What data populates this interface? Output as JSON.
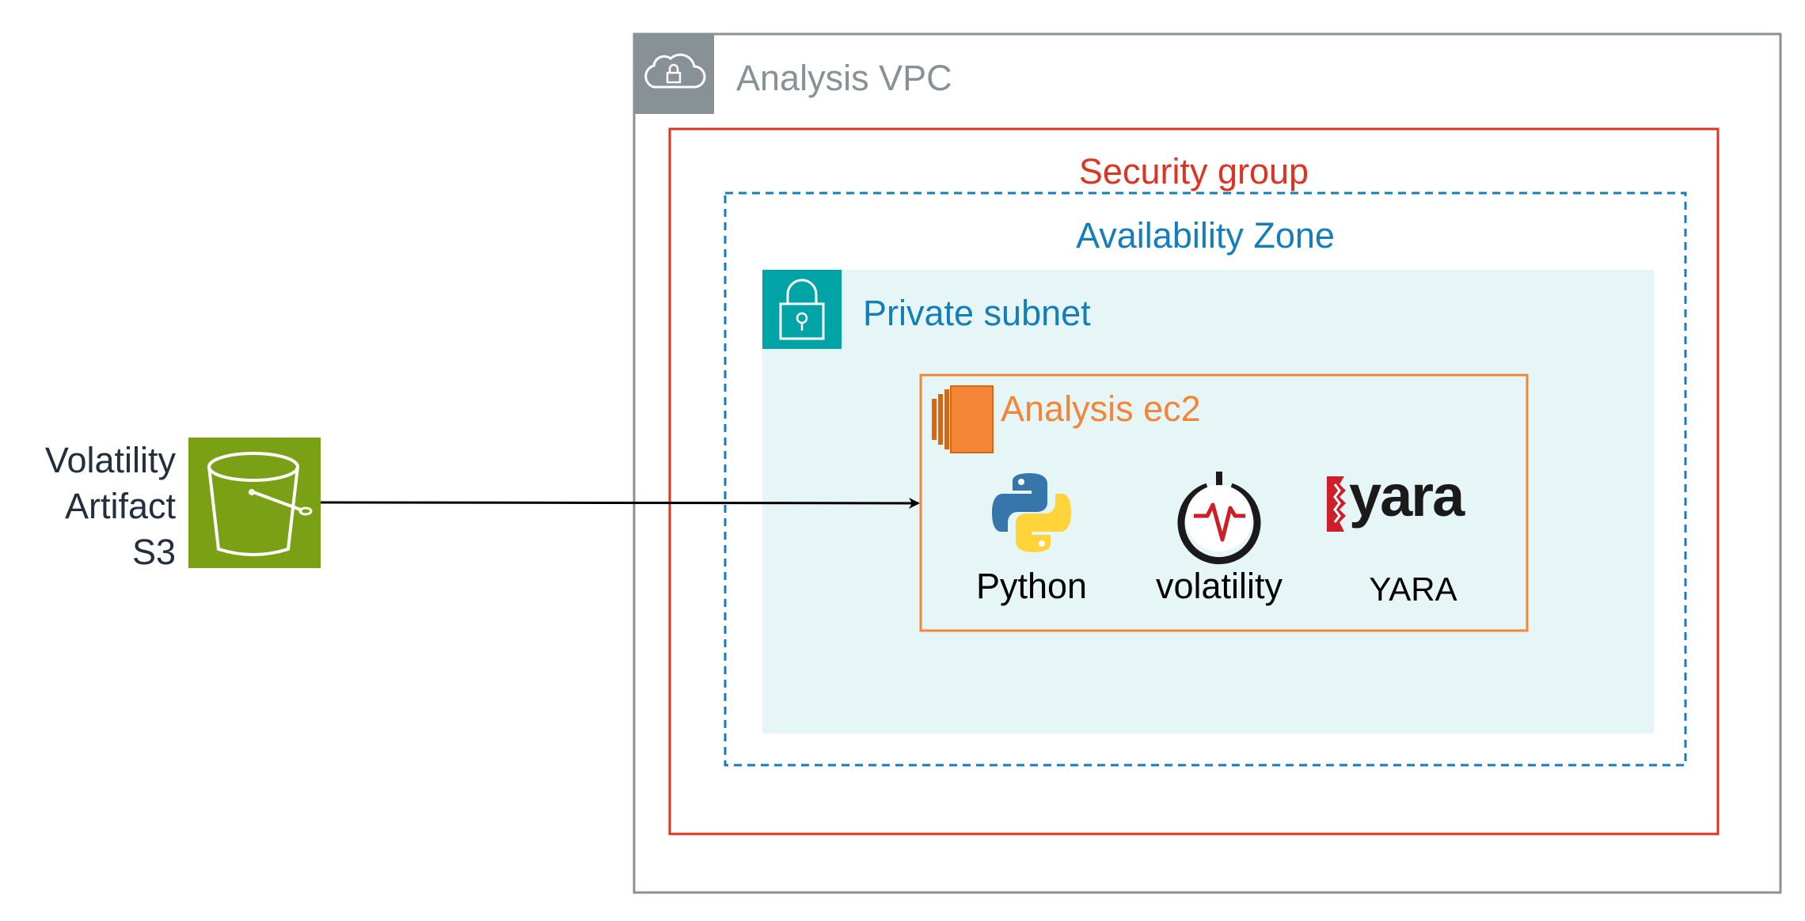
{
  "vpc": {
    "label": "Analysis VPC",
    "color": "#879196",
    "icon": "cloud-lock-icon"
  },
  "security_group": {
    "label": "Security group",
    "color": "#DD3522"
  },
  "availability_zone": {
    "label": "Availability Zone",
    "color": "#147EBA"
  },
  "private_subnet": {
    "label": "Private subnet",
    "color": "#147EBA",
    "fill": "#E6F6F7",
    "icon_bg": "#00A4A6",
    "icon": "padlock-icon"
  },
  "ec2": {
    "label": "Analysis ec2",
    "color": "#F58536",
    "icon": "ec2-icon"
  },
  "tools": [
    {
      "label": "Python",
      "icon": "python-logo-icon"
    },
    {
      "label": "volatility",
      "icon": "volatility-logo-icon"
    },
    {
      "label": "YARA",
      "icon": "yara-logo-icon"
    }
  ],
  "yara_logo_text": "yara",
  "s3": {
    "label_lines": [
      "Volatility",
      "Artifact",
      "S3"
    ],
    "color": "#7AA116",
    "icon": "s3-bucket-icon"
  },
  "connection": {
    "from": "s3",
    "to": "ec2"
  }
}
